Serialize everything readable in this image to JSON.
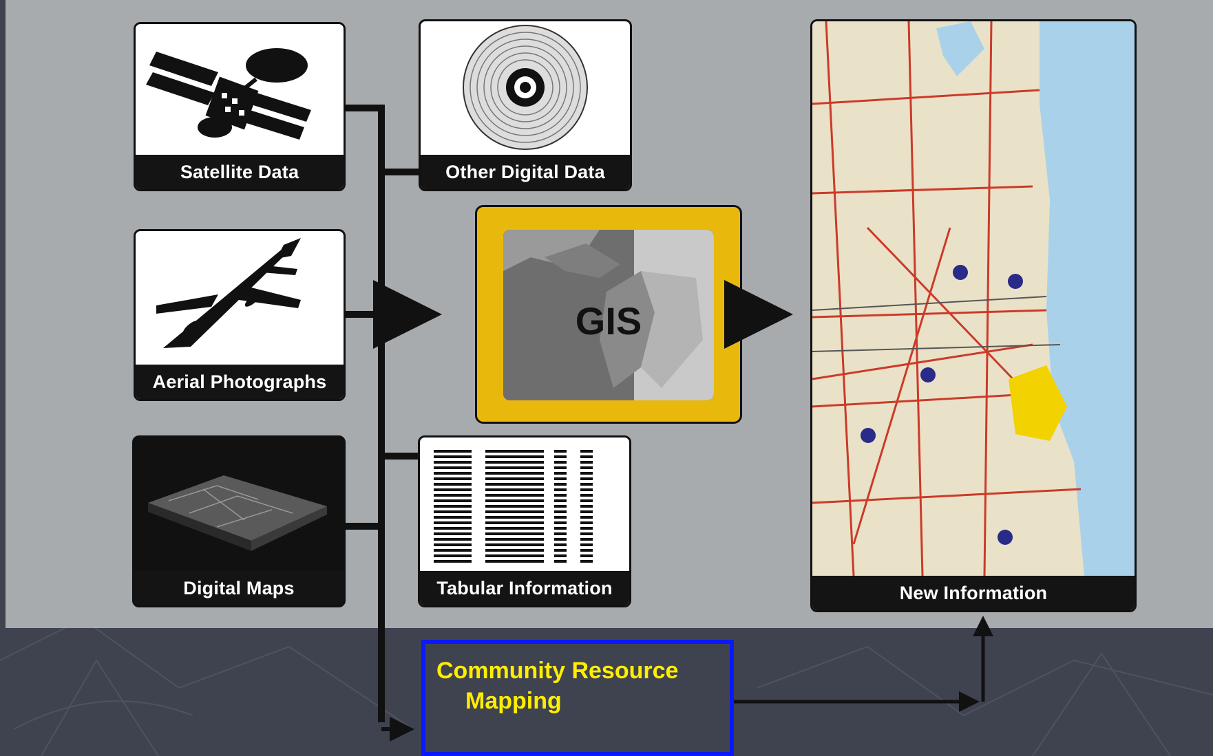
{
  "inputs": {
    "satellite": "Satellite Data",
    "other_digital": "Other Digital Data",
    "aerial": "Aerial Photographs",
    "digital_maps": "Digital Maps",
    "tabular": "Tabular Information"
  },
  "gis": {
    "label": "GIS"
  },
  "output": {
    "new_information": "New Information"
  },
  "crm": {
    "line1": "Community Resource",
    "line2": "Mapping"
  },
  "colors": {
    "gis_frame": "#e8b80c",
    "crm_border": "#0a18ff",
    "crm_text": "#ffee00",
    "panel": "#a8abad",
    "background": "#3f4350"
  }
}
